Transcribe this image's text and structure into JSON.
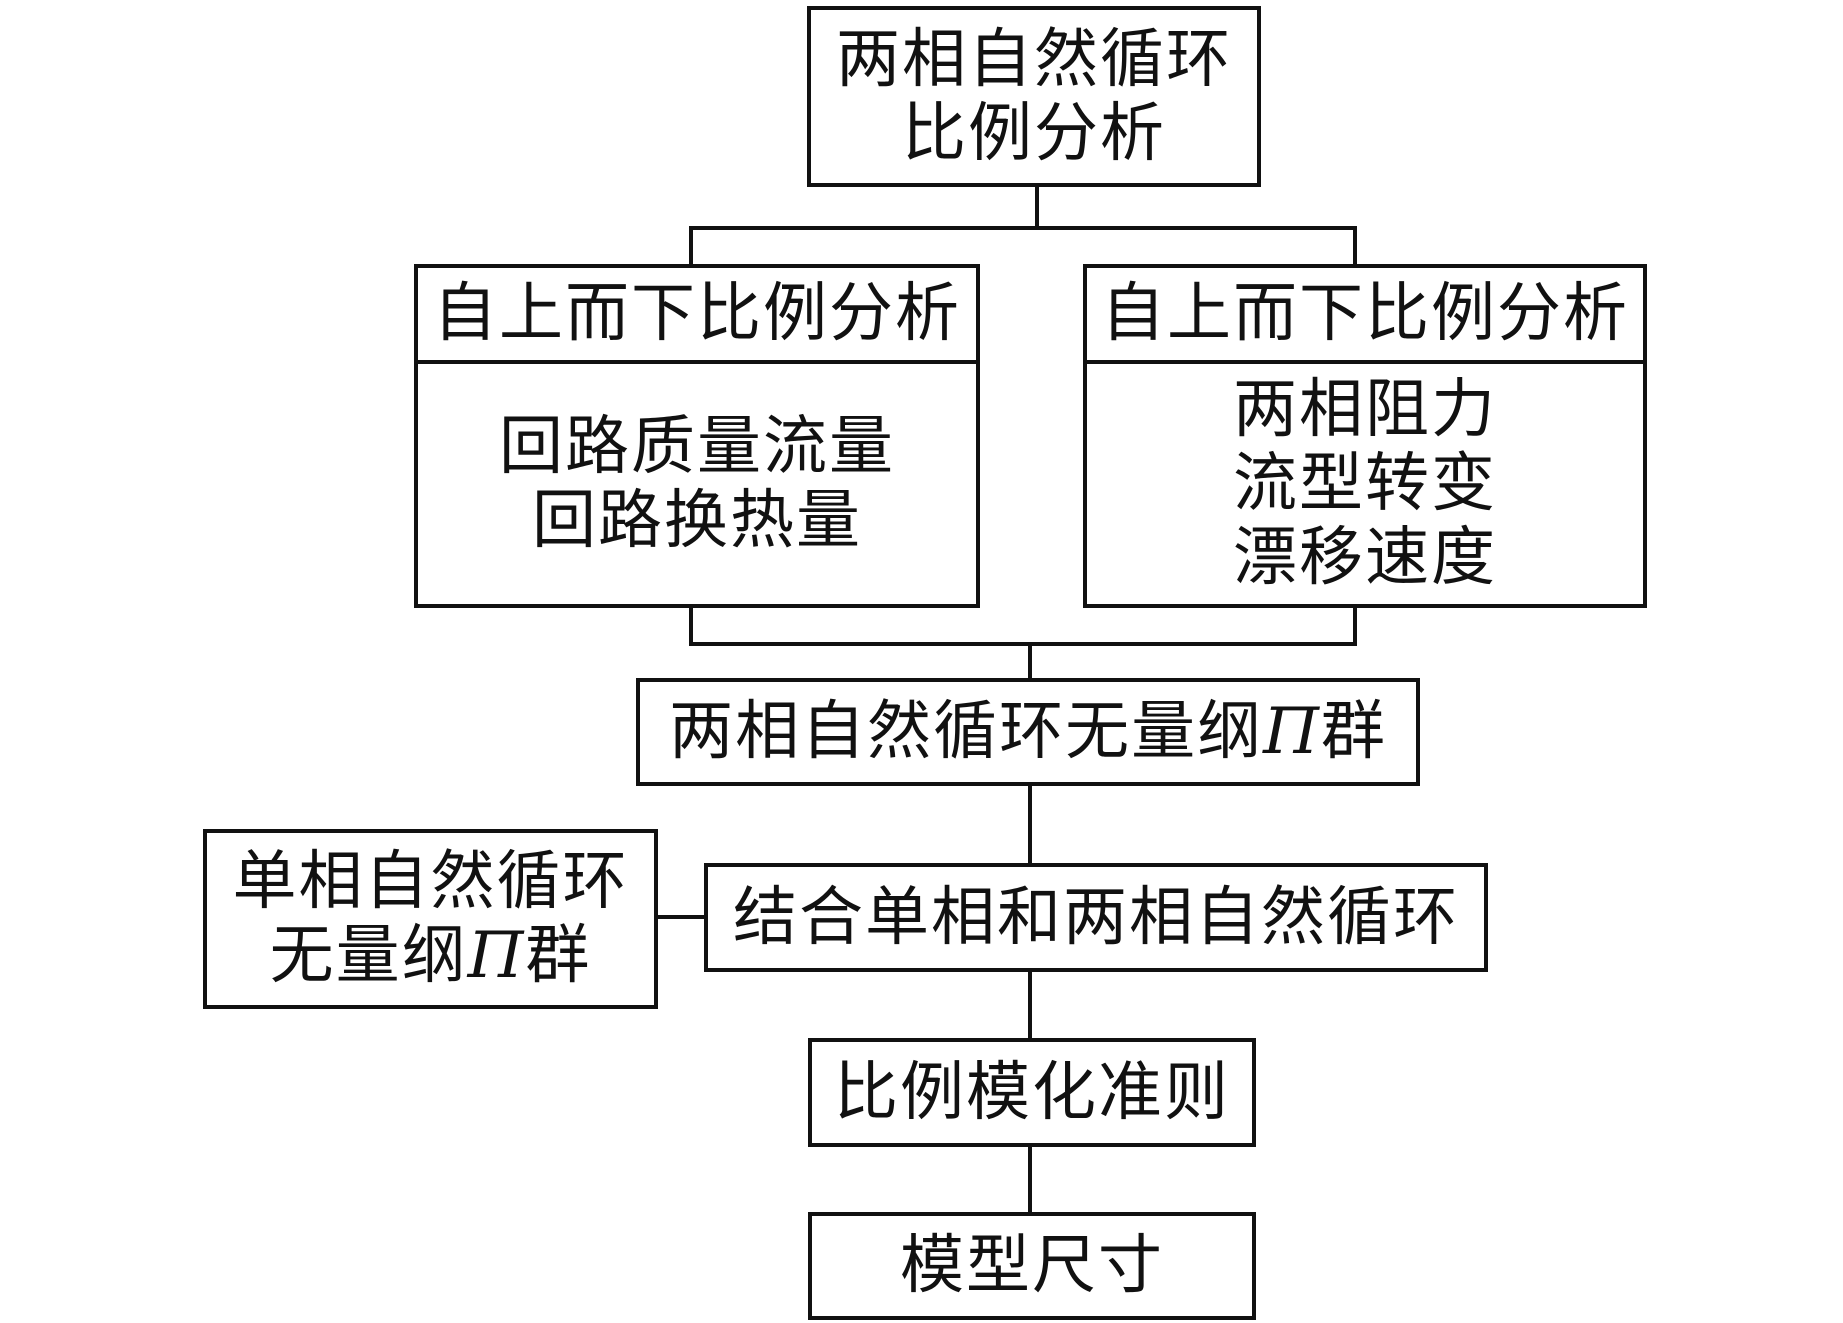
{
  "nodes": {
    "root": {
      "lines": [
        "两相自然循环",
        "比例分析"
      ]
    },
    "left": {
      "header": "自上而下比例分析",
      "lines": [
        "回路质量流量",
        "回路换热量"
      ]
    },
    "right": {
      "header": "自上而下比例分析",
      "lines": [
        "两相阻力",
        "流型转变",
        "漂移速度"
      ]
    },
    "pi_groups": {
      "prefix": "两相自然循环无量纲",
      "pi": "Π",
      "suffix": "群"
    },
    "single_phase": {
      "line1": "单相自然循环",
      "line2_prefix": "无量纲",
      "pi": "Π",
      "line2_suffix": "群"
    },
    "combine": {
      "text": "结合单相和两相自然循环"
    },
    "criteria": {
      "text": "比例模化准则"
    },
    "model_size": {
      "text": "模型尺寸"
    }
  }
}
